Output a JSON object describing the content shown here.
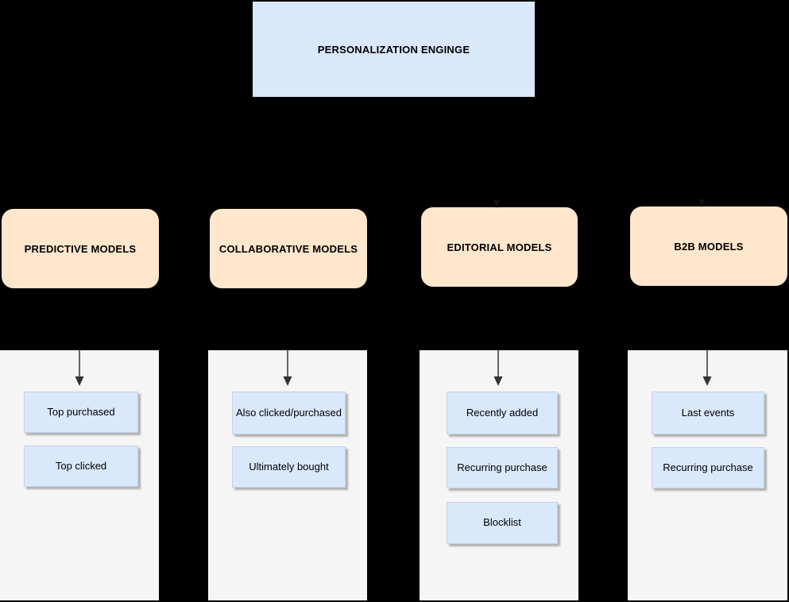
{
  "diagram": {
    "root": {
      "label": "PERSONALIZATION ENGINGE"
    },
    "columns": [
      {
        "label": "PREDICTIVE MODELS",
        "items": [
          "Top purchased",
          "Top clicked"
        ]
      },
      {
        "label": "COLLABORATIVE MODELS",
        "items": [
          "Also clicked/purchased",
          "Ultimately bought"
        ]
      },
      {
        "label": "EDITORIAL MODELS",
        "items": [
          "Recently added",
          "Recurring purchase",
          "Blocklist"
        ]
      },
      {
        "label": "B2B MODELS",
        "items": [
          "Last events",
          "Recurring purchase"
        ]
      }
    ],
    "colors": {
      "background": "#000000",
      "root_node_fill": "#dae8fc",
      "category_node_fill": "#ffe6cc",
      "panel_fill": "#f5f5f5",
      "item_fill": "#dae8fc",
      "arrow": "#333333"
    }
  }
}
